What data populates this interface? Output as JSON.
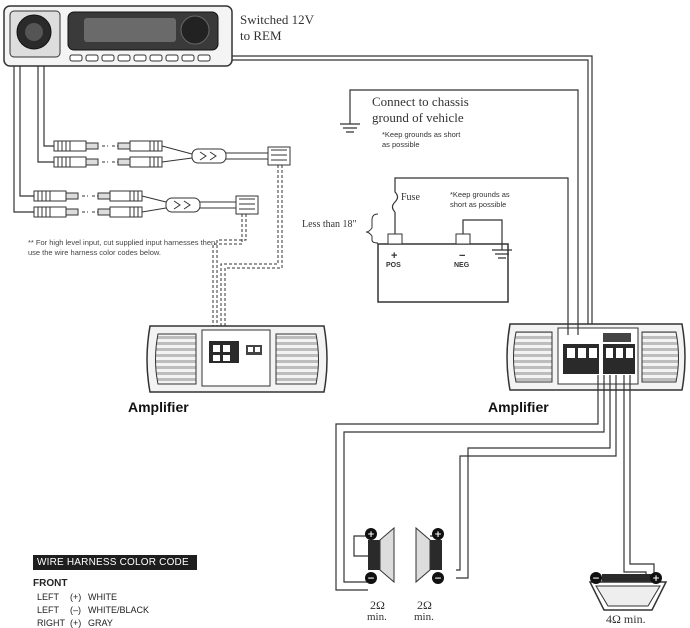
{
  "head_unit": {
    "rem_label": "Switched 12V",
    "rem_label2": "to REM"
  },
  "chassis": {
    "title_line1": "Connect to chassis",
    "title_line2": "ground of vehicle",
    "note_line1": "*Keep grounds as short",
    "note_line2": "as possible"
  },
  "battery": {
    "fuse_label": "Fuse",
    "distance_label": "Less than 18\"",
    "pos_symbol": "+",
    "pos_label": "POS",
    "neg_symbol": "−",
    "neg_label": "NEG",
    "ground_note_line1": "*Keep grounds as",
    "ground_note_line2": "short as possible"
  },
  "high_level_note": "** For high level input, cut supplied input harnesses then use the wire harness color codes below.",
  "amplifiers": {
    "left_label": "Amplifier",
    "right_label": "Amplifier"
  },
  "speakers": {
    "tweeter_left_rating": "2Ω",
    "tweeter_left_min": "min.",
    "tweeter_right_rating": "2Ω",
    "tweeter_right_min": "min.",
    "sub_rating": "4Ω min."
  },
  "wire_harness": {
    "title": "WIRE HARNESS COLOR CODE",
    "group": "FRONT",
    "rows": [
      {
        "side": "LEFT",
        "polarity": "(+)",
        "color": "WHITE"
      },
      {
        "side": "LEFT",
        "polarity": "(–)",
        "color": "WHITE/BLACK"
      },
      {
        "side": "RIGHT",
        "polarity": "(+)",
        "color": "GRAY"
      }
    ]
  },
  "colors": {
    "line": "#333333",
    "fill_light": "#e6e6e6",
    "fill_dark": "#2a2a2a"
  }
}
